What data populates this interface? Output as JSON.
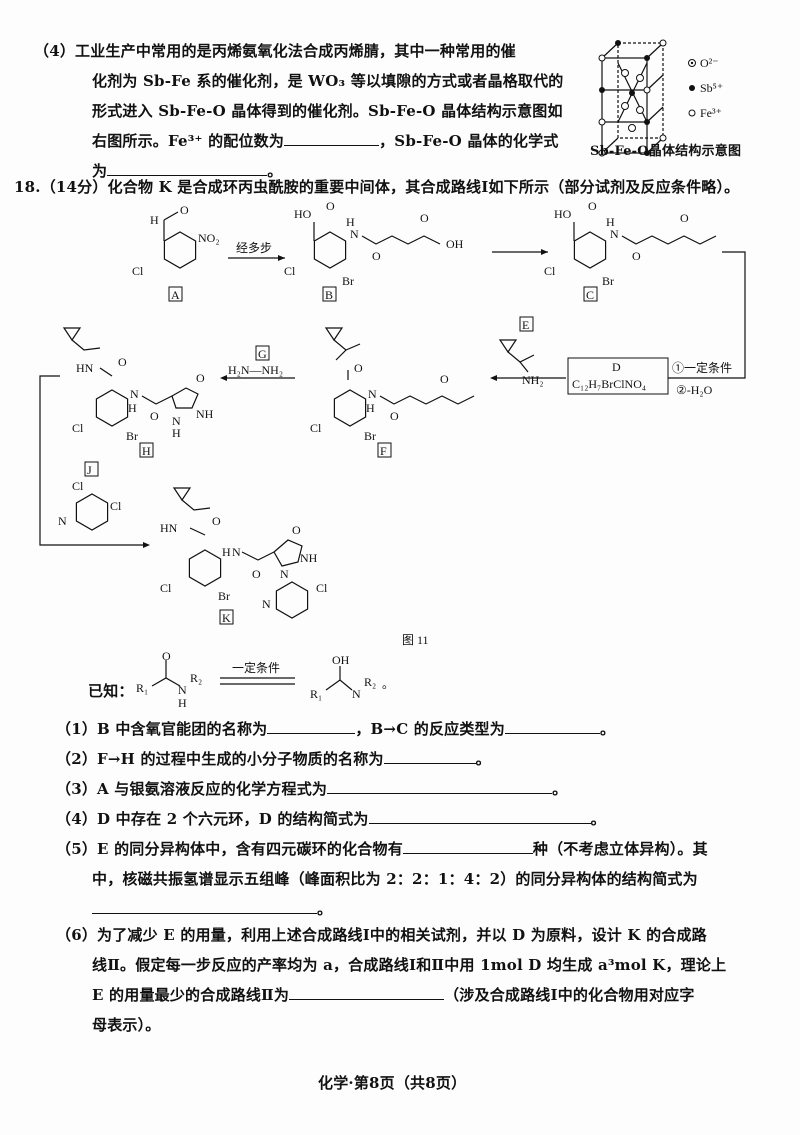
{
  "q17_4": {
    "lines": [
      "（4）工业生产中常用的是丙烯氨氧化法合成丙烯腈，其中一种常用的催",
      "化剂为 Sb-Fe 系的催化剂，是 WO₃ 等以填隙的方式或者晶格取代的",
      "形式进入 Sb-Fe-O 晶体得到的催化剂。Sb-Fe-O 晶体结构示意图如",
      "右图所示。Fe³⁺ 的配位数为",
      "，Sb-Fe-O 晶体的化学式",
      "为",
      "。"
    ],
    "legend": [
      "O²⁻",
      "Sb⁵⁺",
      "Fe³⁺"
    ],
    "caption": "Sb-Fe-O晶体结构示意图"
  },
  "q18": {
    "header": "18.（14分）化合物 K 是合成环丙虫酰胺的重要中间体，其合成路线Ⅰ如下所示（部分试剂及反应条件略）。",
    "scheme": {
      "letters": [
        "A",
        "B",
        "C",
        "D",
        "E",
        "F",
        "G",
        "H",
        "J",
        "K"
      ],
      "step_ab": "经多步",
      "d_formula": "C₁₂H₇BrClNO₄",
      "cond1": "①一定条件",
      "cond2": "②-H₂O",
      "g_reagent": "H₂N—NH₂",
      "atoms": {
        "Cl": "Cl",
        "Br": "Br",
        "OH": "OH",
        "HO": "HO",
        "NH": "NH",
        "HN": "HN",
        "N": "N",
        "H": "H",
        "O": "O",
        "NO2": "NO₂",
        "NH2": "NH₂"
      },
      "figure": "图 11"
    },
    "known": {
      "prefix": "已知：",
      "cond": "一定条件",
      "r1": "R₁",
      "r2": "R₂",
      "end": "。"
    },
    "questions": [
      {
        "a": "（1）B 中含氧官能团的名称为",
        "b": "，B→C 的反应类型为",
        "c": "。"
      },
      {
        "a": "（2）F→H 的过程中生成的小分子物质的名称为",
        "c": "。"
      },
      {
        "a": "（3）A 与银氨溶液反应的化学方程式为",
        "c": "。"
      },
      {
        "a": "（4）D 中存在 2 个六元环，D 的结构简式为",
        "c": "。"
      },
      {
        "a": "（5）E 的同分异构体中，含有四元碳环的化合物有",
        "b": "种（不考虑立体异构）。其",
        "l2": "中，核磁共振氢谱显示五组峰（峰面积比为 2：2：1：4：2）的同分异构体的结构简式为",
        "c": "。"
      },
      {
        "a": "（6）为了减少 E 的用量，利用上述合成路线Ⅰ中的相关试剂，并以 D 为原料，设计 K 的合成路",
        "l2": "线Ⅱ。假定每一步反应的产率均为 a，合成路线Ⅰ和Ⅱ中用 1mol D 均生成 a³mol K，理论上",
        "l3": "E 的用量最少的合成路线Ⅱ为",
        "b": "（涉及合成路线Ⅰ中的化合物用对应字",
        "l4": "母表示）。"
      }
    ]
  },
  "footer": "化学·第8页（共8页）"
}
